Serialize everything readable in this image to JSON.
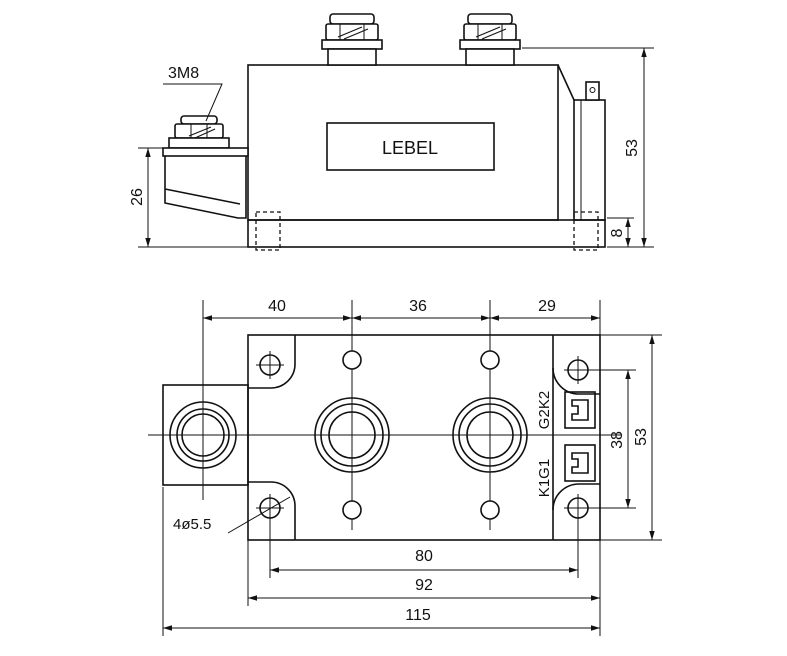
{
  "colors": {
    "line": "#111111",
    "background": "#ffffff"
  },
  "side_view": {
    "thread_label": "3M8",
    "label_plate": "LEBEL",
    "dim_total_height": "53",
    "dim_base_height": "8",
    "dim_terminal_height": "26"
  },
  "plan_view": {
    "dim_pitch_1": "40",
    "dim_pitch_2": "36",
    "dim_pitch_3": "29",
    "dim_hole_spacing_vertical": "38",
    "dim_width": "53",
    "gate_label_upper": "G2K2",
    "gate_label_lower": "K1G1",
    "hole_label": "4ø5.5",
    "dim_hole_spacing_horizontal": "80",
    "dim_plate_length": "92",
    "dim_total_length": "115"
  }
}
